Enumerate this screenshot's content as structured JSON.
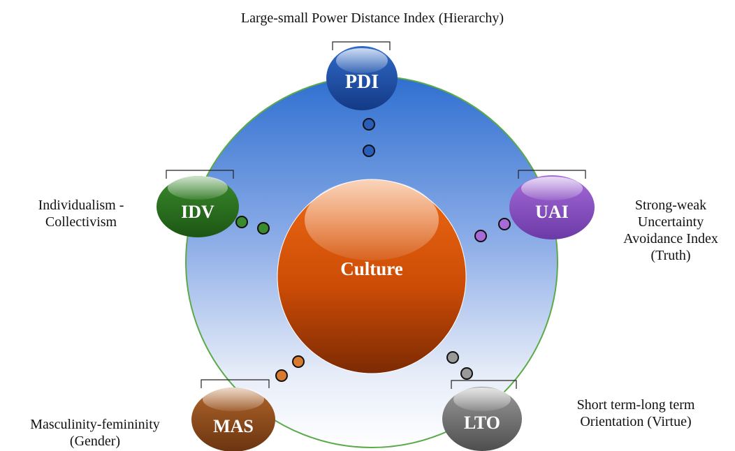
{
  "center": {
    "label": "Culture"
  },
  "dimensions": [
    {
      "key": "pdi",
      "abbr": "PDI",
      "color": "#2f6ac8",
      "dark": "#143a86",
      "caption": [
        "Large-small Power Distance Index (Hierarchy)"
      ]
    },
    {
      "key": "uai",
      "abbr": "UAI",
      "color": "#a56ad8",
      "dark": "#6b3aa6",
      "caption": [
        "Strong-weak",
        "Uncertainty",
        "Avoidance Index",
        "(Truth)"
      ]
    },
    {
      "key": "lto",
      "abbr": "LTO",
      "color": "#9a9a9a",
      "dark": "#4e4e4e",
      "caption": [
        "Short term-long term",
        "Orientation (Virtue)"
      ]
    },
    {
      "key": "mas",
      "abbr": "MAS",
      "color": "#b0652a",
      "dark": "#6b3410",
      "caption": [
        "Masculinity-femininity",
        "(Gender)"
      ]
    },
    {
      "key": "idv",
      "abbr": "IDV",
      "color": "#3a8a2c",
      "dark": "#1d5614",
      "caption": [
        "Individualism -",
        "Collectivism"
      ]
    }
  ]
}
